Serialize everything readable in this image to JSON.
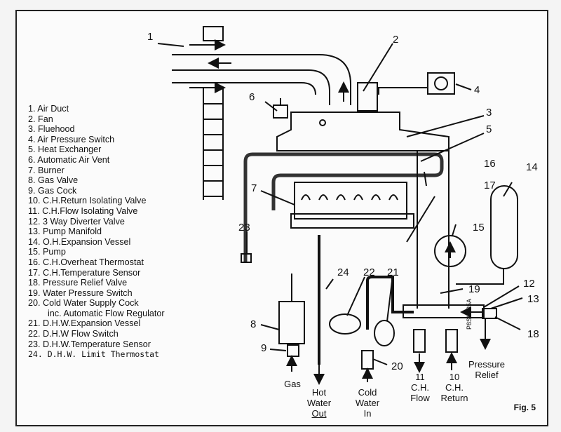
{
  "legend": [
    "1. Air Duct",
    "2. Fan",
    "3. Fluehood",
    "4. Air Pressure Switch",
    "5. Heat Exchanger",
    "6. Automatic Air Vent",
    "7. Burner",
    "8. Gas Valve",
    "9. Gas Cock",
    "10. C.H.Return Isolating Valve",
    "11. C.H.Flow Isolating Valve",
    "12. 3 Way Diverter Valve",
    "13. Pump Manifold",
    "14. O.H.Expansion Vessel",
    "15. Pump",
    "16. C.H.Overheat Thermostat",
    "17. C.H.Temperature Sensor",
    "18. Pressure Relief Valve",
    "19. Water Pressure Switch",
    "20. Cold Water Supply Cock",
    "inc. Automatic Flow Regulator",
    "21. D.H.W.Expansion Vessel",
    "22. D.H.W Flow Switch",
    "23. D.H.W.Temperature Sensor",
    "24. D.H.W. Limit Thermostat"
  ],
  "callouts": [
    "1",
    "2",
    "3",
    "4",
    "5",
    "6",
    "7",
    "8",
    "9",
    "10",
    "11",
    "12",
    "13",
    "14",
    "15",
    "16",
    "17",
    "18",
    "19",
    "20",
    "21",
    "22",
    "23",
    "24"
  ],
  "outlets": {
    "gas": "Gas",
    "hot_water": [
      "Hot",
      "Water",
      "Out"
    ],
    "cold_water": [
      "Cold",
      "Water",
      "In"
    ],
    "ch_flow": [
      "11",
      "C.H.",
      "Flow"
    ],
    "ch_return": [
      "10",
      "C.H.",
      "Return"
    ],
    "pressure_relief": [
      "Pressure",
      "Relief"
    ]
  },
  "part_code": "P8SK135A",
  "figure_label": "Fig. 5"
}
